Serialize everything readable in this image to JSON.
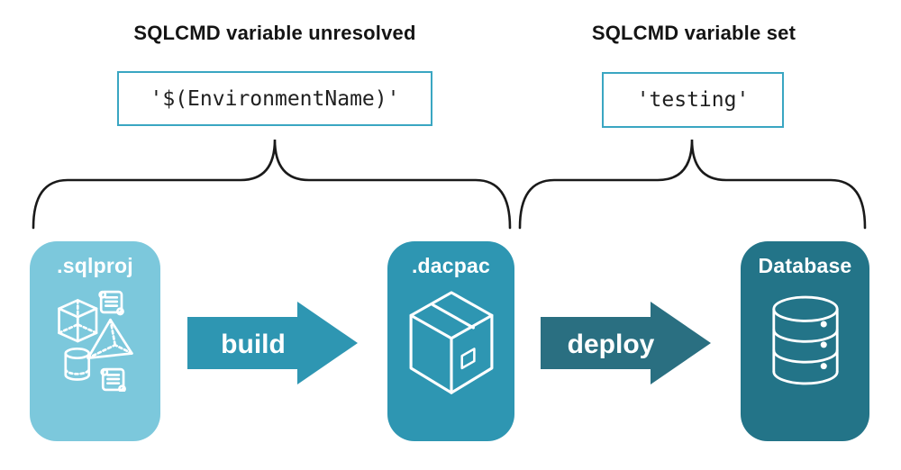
{
  "annotations": {
    "left": {
      "title": "SQLCMD variable unresolved",
      "code": "'$(EnvironmentName)'"
    },
    "right": {
      "title": "SQLCMD variable set",
      "code": "'testing'"
    }
  },
  "pipeline": {
    "stages": [
      {
        "label": ".sqlproj",
        "color": "#7cc8dc",
        "icon": "sql-objects-icon"
      },
      {
        "label": ".dacpac",
        "color": "#2e96b2",
        "icon": "package-icon"
      },
      {
        "label": "Database",
        "color": "#237488",
        "icon": "database-icon"
      }
    ],
    "arrows": [
      {
        "label": "build",
        "color": "#2e96b2"
      },
      {
        "label": "deploy",
        "color": "#2a6f81"
      }
    ]
  },
  "colors": {
    "background": "#ffffff",
    "heading_text": "#141414",
    "brace_stroke": "#1a1a1a",
    "codebox_border": "#3aa6c2",
    "code_text": "#1f1f1f",
    "icon_stroke": "#ffffff"
  }
}
